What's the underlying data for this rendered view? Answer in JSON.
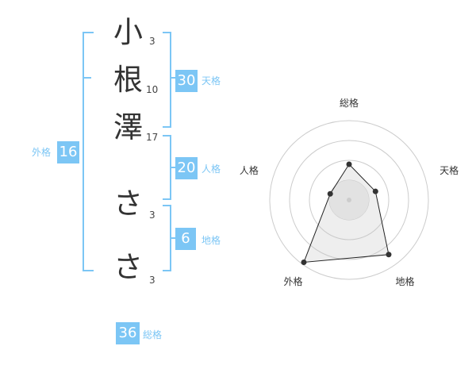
{
  "name": {
    "chars": [
      {
        "glyph": "小",
        "strokes": "3"
      },
      {
        "glyph": "根",
        "strokes": "10"
      },
      {
        "glyph": "澤",
        "strokes": "17"
      },
      {
        "glyph": "さ",
        "strokes": "3"
      },
      {
        "glyph": "さ",
        "strokes": "3"
      }
    ]
  },
  "kaku": {
    "tenkaku": {
      "value": "30",
      "label": "天格"
    },
    "jinkaku": {
      "value": "20",
      "label": "人格"
    },
    "chikaku": {
      "value": "6",
      "label": "地格"
    },
    "gaikaku": {
      "value": "16",
      "label": "外格"
    },
    "soukaku": {
      "value": "36",
      "label": "総格"
    }
  },
  "colors": {
    "accent": "#7cc6f5"
  },
  "chart_data": {
    "type": "radar",
    "axes": [
      "総格",
      "天格",
      "地格",
      "外格",
      "人格"
    ],
    "values": [
      0.45,
      0.35,
      0.85,
      0.97,
      0.25
    ],
    "max": 1,
    "rings": 4
  }
}
